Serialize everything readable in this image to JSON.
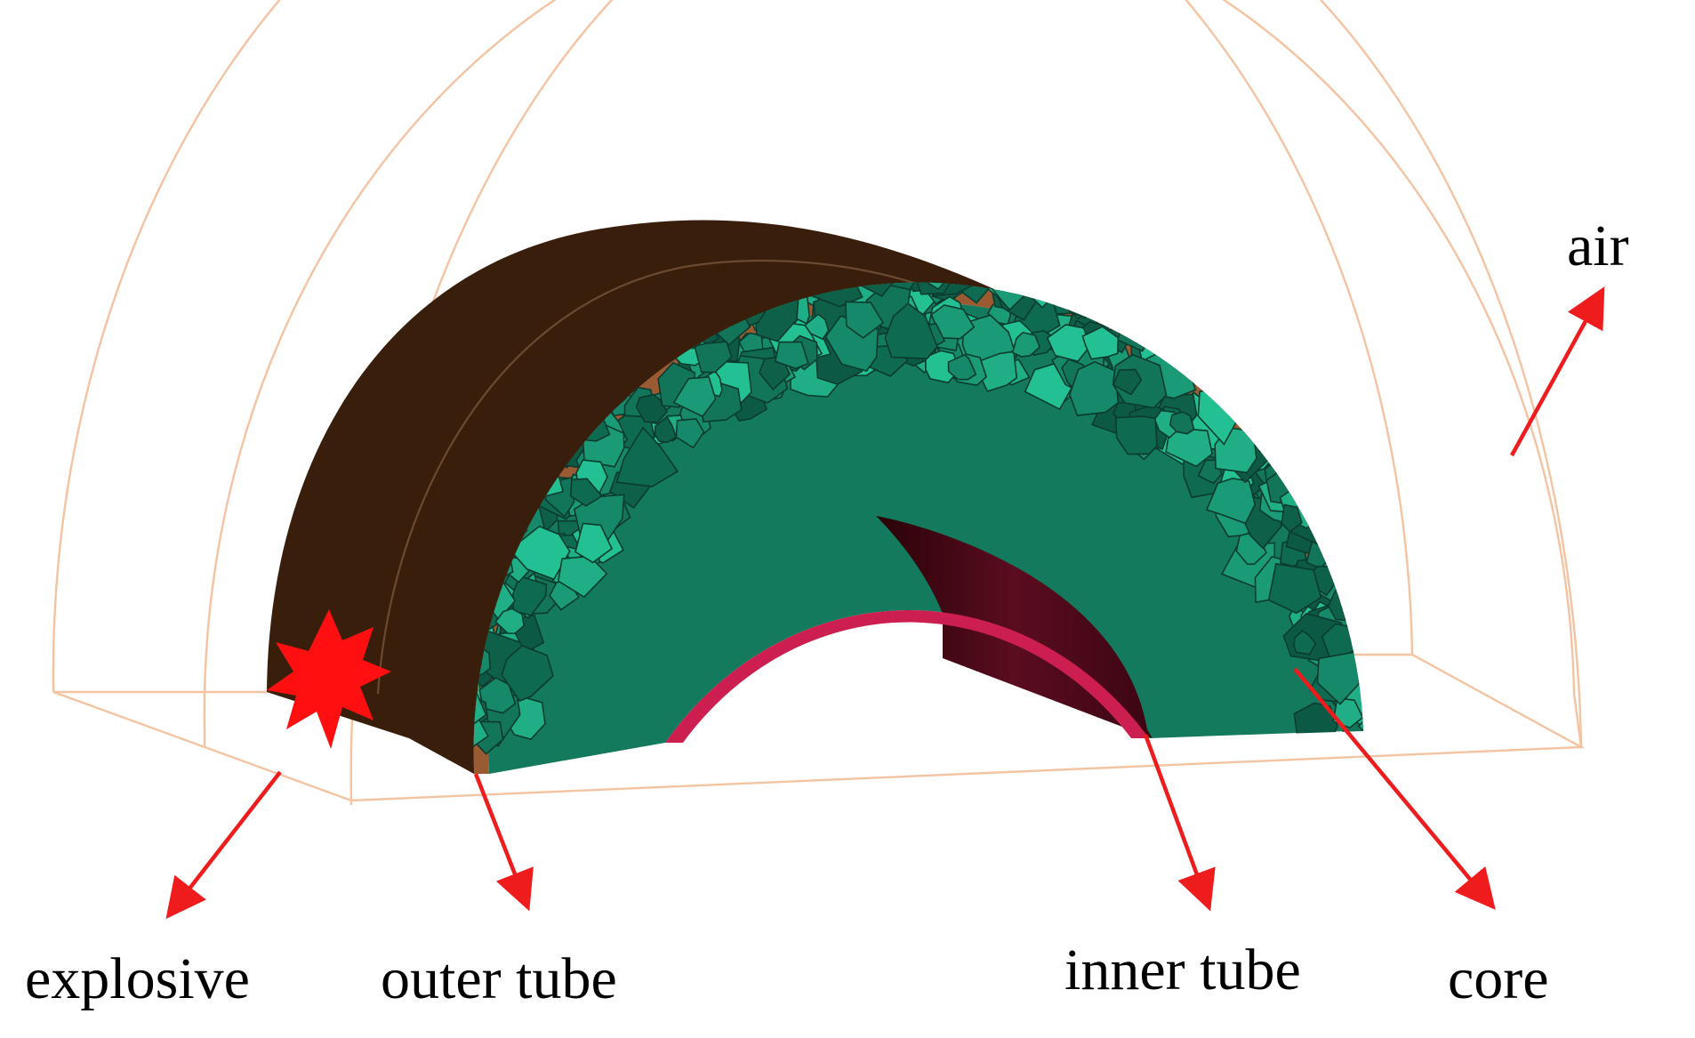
{
  "labels": {
    "air": "air",
    "explosive": "explosive",
    "outer_tube": "outer tube",
    "inner_tube": "inner tube",
    "core": "core"
  },
  "colors": {
    "air_lines": "#f4c3a2",
    "outer_tube_body": "#3a1e0c",
    "outer_tube_face": "#9a5b32",
    "core_cells": "#1a8a6c",
    "core_edges": "#0b3b2e",
    "inner_tube_face": "#cc1f4f",
    "inner_tube_body": "#5a0d1f",
    "explosive": "#ff0f0f",
    "arrows": "#ee1c1c"
  }
}
